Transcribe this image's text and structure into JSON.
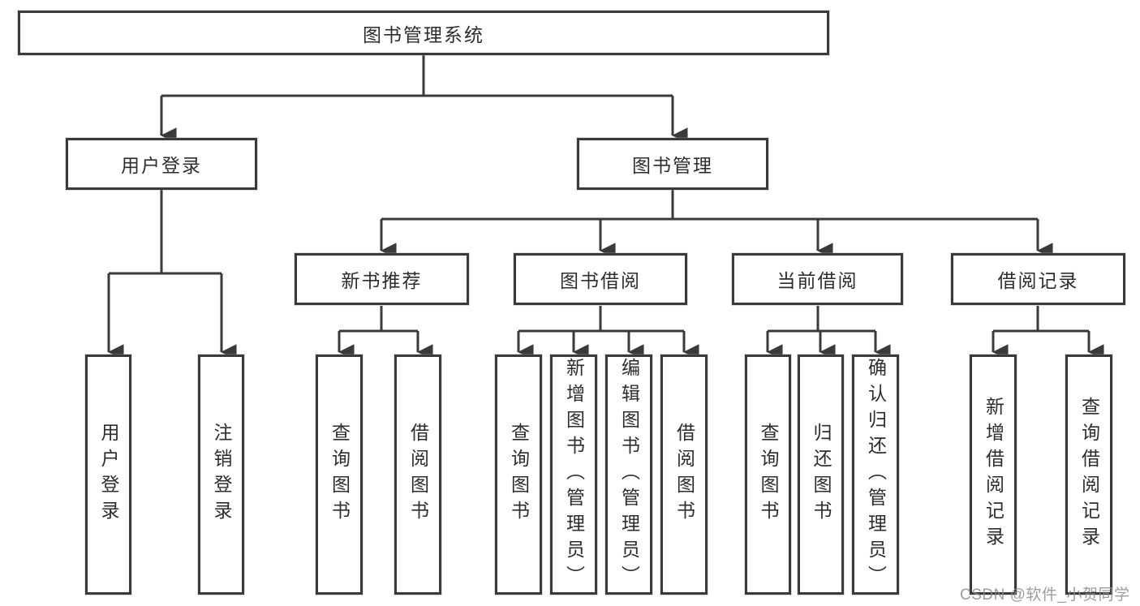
{
  "diagram": {
    "type": "hierarchy",
    "title": "图书管理系统"
  },
  "nodes": {
    "root": {
      "label": "图书管理系统",
      "children": [
        "user_login",
        "book_management"
      ]
    },
    "user_login": {
      "label": "用户登录",
      "children": [
        "leaf_user_login",
        "leaf_logout"
      ]
    },
    "book_management": {
      "label": "图书管理",
      "children": [
        "new_book_recommend",
        "book_borrowing",
        "current_borrowing",
        "borrowing_records"
      ]
    },
    "new_book_recommend": {
      "label": "新书推荐",
      "children": [
        "leaf_nb_query_books",
        "leaf_nb_borrow_books"
      ]
    },
    "book_borrowing": {
      "label": "图书借阅",
      "children": [
        "leaf_bb_query_books",
        "leaf_bb_add_books",
        "leaf_bb_edit_books",
        "leaf_bb_borrow_books"
      ]
    },
    "current_borrowing": {
      "label": "当前借阅",
      "children": [
        "leaf_cb_query_books",
        "leaf_cb_return_books",
        "leaf_cb_confirm_return"
      ]
    },
    "borrowing_records": {
      "label": "借阅记录",
      "children": [
        "leaf_br_add_record",
        "leaf_br_query_record"
      ]
    },
    "leaf_user_login": {
      "label": "用户登录"
    },
    "leaf_logout": {
      "label": "注销登录"
    },
    "leaf_nb_query_books": {
      "label": "查询图书"
    },
    "leaf_nb_borrow_books": {
      "label": "借阅图书"
    },
    "leaf_bb_query_books": {
      "label": "查询图书"
    },
    "leaf_bb_add_books": {
      "label": "新增图书（管理员）"
    },
    "leaf_bb_edit_books": {
      "label": "编辑图书（管理员）"
    },
    "leaf_bb_borrow_books": {
      "label": "借阅图书"
    },
    "leaf_cb_query_books": {
      "label": "查询图书"
    },
    "leaf_cb_return_books": {
      "label": "归还图书"
    },
    "leaf_cb_confirm_return": {
      "label": "确认归还（管理员）"
    },
    "leaf_br_add_record": {
      "label": "新增借阅记录"
    },
    "leaf_br_query_record": {
      "label": "查询借阅记录"
    }
  },
  "colors": {
    "line": "#3a3a3a",
    "box_border": "#3a3a3a",
    "box_fill": "#ffffff",
    "text": "#2d2d2d",
    "watermark": "#8c8c8c"
  },
  "watermark": "CSDN @软件_小贺同学"
}
